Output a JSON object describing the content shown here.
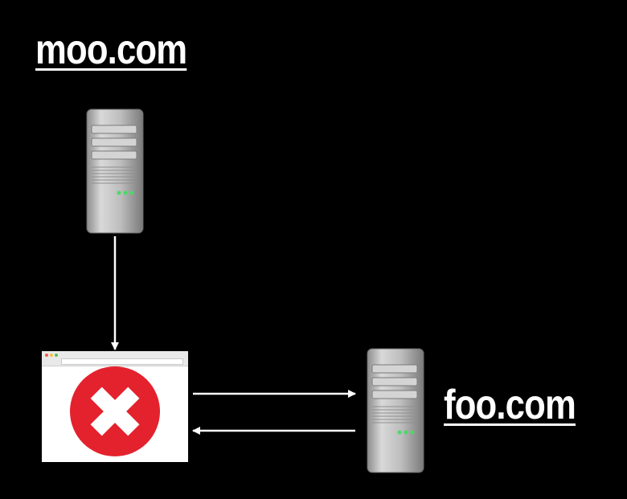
{
  "servers": {
    "moo": {
      "domain": "moo.com"
    },
    "foo": {
      "domain": "foo.com"
    }
  },
  "browser": {
    "status": "error"
  },
  "colors": {
    "background": "#000000",
    "error_red": "#e3222e",
    "server_led": "#4cd96a",
    "arrow": "#ffffff"
  },
  "icons": [
    "server-icon",
    "browser-window-icon",
    "error-x-icon"
  ]
}
